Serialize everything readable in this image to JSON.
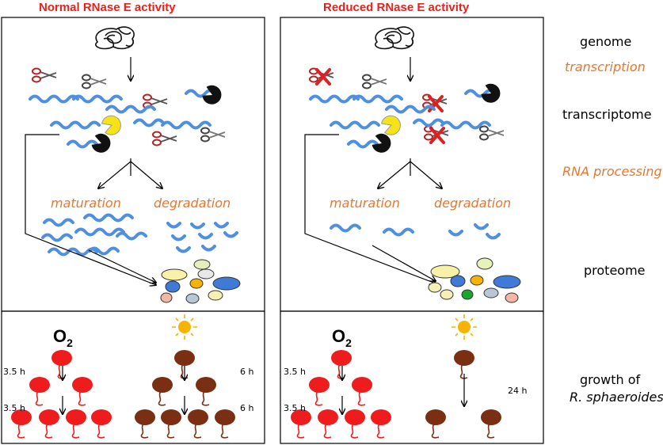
{
  "panels": [
    {
      "title": "Normal RNase E activity",
      "maturation": "maturation",
      "degradation": "degradation",
      "times": [
        "3.5 h",
        "3.5 h",
        "6 h",
        "6 h"
      ]
    },
    {
      "title": "Reduced RNase E activity",
      "maturation": "maturation",
      "degradation": "degradation",
      "times": [
        "3.5 h",
        "3.5 h",
        "24 h"
      ]
    }
  ],
  "oxygen": {
    "symbol": "O",
    "subscript": "2"
  },
  "labels": {
    "genome": "genome",
    "transcription": "transcription",
    "transcriptome": "transcriptome",
    "rna_processing": "RNA processing",
    "proteome": "proteome",
    "growth_line1": "growth of",
    "growth_line2": "R. sphaeroides"
  },
  "colors": {
    "title_red": "#e8221b",
    "accent_orange": "#e8772e",
    "rna_blue": "#4f8fe0",
    "aerobic_cell": "#ee1c1c",
    "phototrophic_cell": "#7a2e12",
    "sun": "#f6b400"
  }
}
